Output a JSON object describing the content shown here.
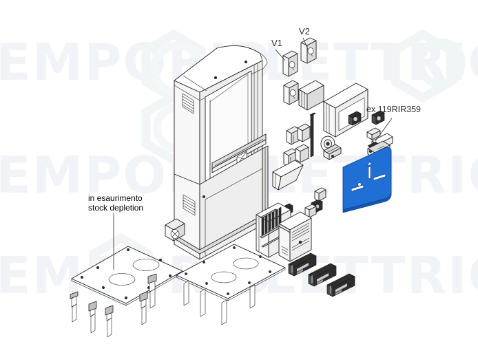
{
  "document": {
    "type": "exploded-parts-diagram",
    "background_color": "#ffffff",
    "line_color": "#1d1d1d",
    "highlight_color": "#1f6fd4"
  },
  "watermark": {
    "text_left": "EMPORIO",
    "text_right": "ELETTRICO",
    "color": "#f2f3f7",
    "rows": 3
  },
  "labels": {
    "v1": "V1",
    "v2": "V2",
    "ex_code": "ex 119RIR359",
    "stock_line1": "in esaurimento",
    "stock_line2": "stock depletion"
  },
  "parts": {
    "cabinet": {
      "name": "main-cabinet-body",
      "description": "upright pedestal cabinet with curved top cover and side vent grilles"
    },
    "highlighted_panel": {
      "name": "front-door-panel",
      "color": "#1f6fd4",
      "description": "blue highlighted curved front door panel with two slots and a center hole"
    },
    "base_plate_left": {
      "name": "foundation-plate-left",
      "holes": 2,
      "anchors": 5
    },
    "base_plate_right": {
      "name": "foundation-plate-right",
      "holes": 2,
      "anchors": 4
    },
    "display_frame": {
      "name": "display-bezel-frame"
    },
    "breaker_box": {
      "name": "breaker-enclosure"
    },
    "cover_panel": {
      "name": "breaker-cover-panel"
    },
    "pcb_cards": {
      "name": "control-board-modules",
      "count": 3
    },
    "lock_assembly": {
      "name": "lock-latch-assembly"
    },
    "motor_roller": {
      "name": "motor-roller-unit"
    },
    "fan_grille": {
      "name": "fan-grille-module"
    },
    "rod": {
      "name": "vertical-rod"
    }
  }
}
